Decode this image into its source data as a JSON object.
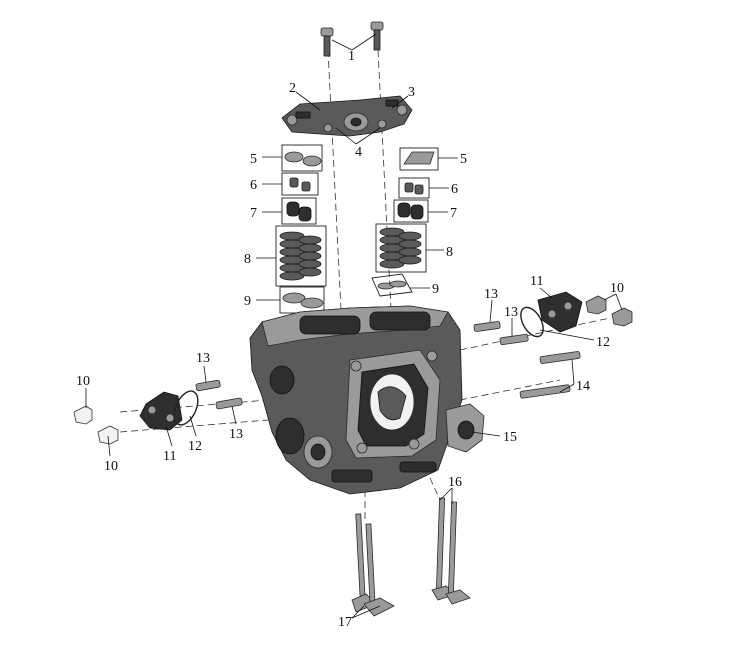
{
  "diagram": {
    "callouts": [
      {
        "id": "c1",
        "text": "1"
      },
      {
        "id": "c2",
        "text": "2"
      },
      {
        "id": "c3",
        "text": "3"
      },
      {
        "id": "c4",
        "text": "4"
      },
      {
        "id": "c5l",
        "text": "5"
      },
      {
        "id": "c5r",
        "text": "5"
      },
      {
        "id": "c6l",
        "text": "6"
      },
      {
        "id": "c6r",
        "text": "6"
      },
      {
        "id": "c7l",
        "text": "7"
      },
      {
        "id": "c7r",
        "text": "7"
      },
      {
        "id": "c8l",
        "text": "8"
      },
      {
        "id": "c8r",
        "text": "8"
      },
      {
        "id": "c9l",
        "text": "9"
      },
      {
        "id": "c9r",
        "text": "9"
      },
      {
        "id": "c10a",
        "text": "10"
      },
      {
        "id": "c10b",
        "text": "10"
      },
      {
        "id": "c10r",
        "text": "10"
      },
      {
        "id": "c11l",
        "text": "11"
      },
      {
        "id": "c11r",
        "text": "11"
      },
      {
        "id": "c12l",
        "text": "12"
      },
      {
        "id": "c12r",
        "text": "12"
      },
      {
        "id": "c13a",
        "text": "13"
      },
      {
        "id": "c13b",
        "text": "13"
      },
      {
        "id": "c13c",
        "text": "13"
      },
      {
        "id": "c13d",
        "text": "13"
      },
      {
        "id": "c14",
        "text": "14"
      },
      {
        "id": "c15",
        "text": "15"
      },
      {
        "id": "c16",
        "text": "16"
      },
      {
        "id": "c17",
        "text": "17"
      }
    ]
  }
}
